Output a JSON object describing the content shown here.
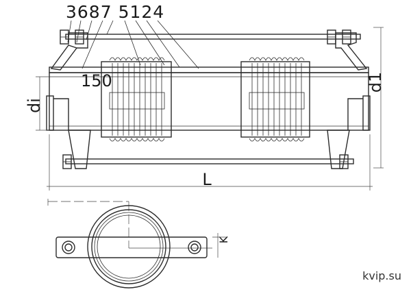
{
  "callouts": "3687 5124",
  "dimensions": {
    "di": "di",
    "d1": "d1",
    "value_150": "150",
    "length": "L",
    "k": "K"
  },
  "watermark": "kvip.su"
}
